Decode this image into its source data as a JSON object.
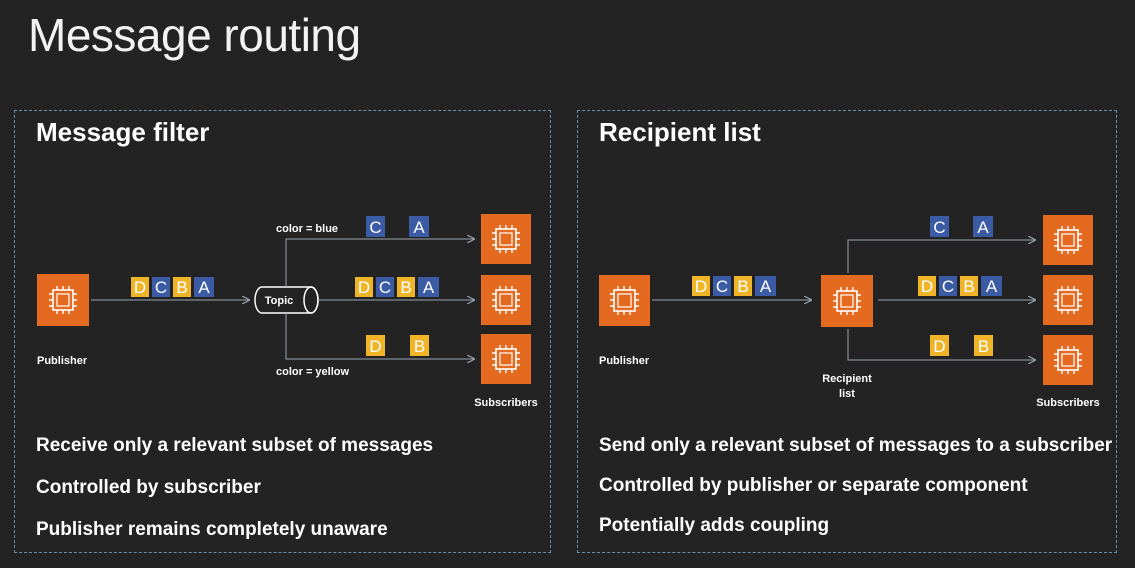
{
  "page": {
    "title": "Message routing"
  },
  "colors": {
    "background": "#232323",
    "chip_orange": "#e36a1f",
    "letter_yellow": "#f0b429",
    "letter_blue": "#3b5ba5",
    "arrow": "#9aa5b1"
  },
  "left_panel": {
    "title": "Message filter",
    "publisher_label": "Publisher",
    "topic_label": "Topic",
    "filter_top": "color = blue",
    "filter_bottom": "color = yellow",
    "subscribers_label": "Subscribers",
    "input_messages": [
      "D",
      "C",
      "B",
      "A"
    ],
    "route_top": [
      "C",
      "A"
    ],
    "route_mid": [
      "D",
      "C",
      "B",
      "A"
    ],
    "route_bottom": [
      "D",
      "B"
    ],
    "bullets": [
      "Receive only a relevant subset of messages",
      "Controlled by subscriber",
      "Publisher remains completely unaware"
    ]
  },
  "right_panel": {
    "title": "Recipient list",
    "publisher_label": "Publisher",
    "recipient_label_1": "Recipient",
    "recipient_label_2": "list",
    "subscribers_label": "Subscribers",
    "input_messages": [
      "D",
      "C",
      "B",
      "A"
    ],
    "route_top": [
      "C",
      "A"
    ],
    "route_mid": [
      "D",
      "C",
      "B",
      "A"
    ],
    "route_bottom": [
      "D",
      "B"
    ],
    "bullets": [
      "Send only a relevant subset of messages to a subscriber",
      "Controlled by publisher or separate component",
      "Potentially adds coupling"
    ]
  }
}
